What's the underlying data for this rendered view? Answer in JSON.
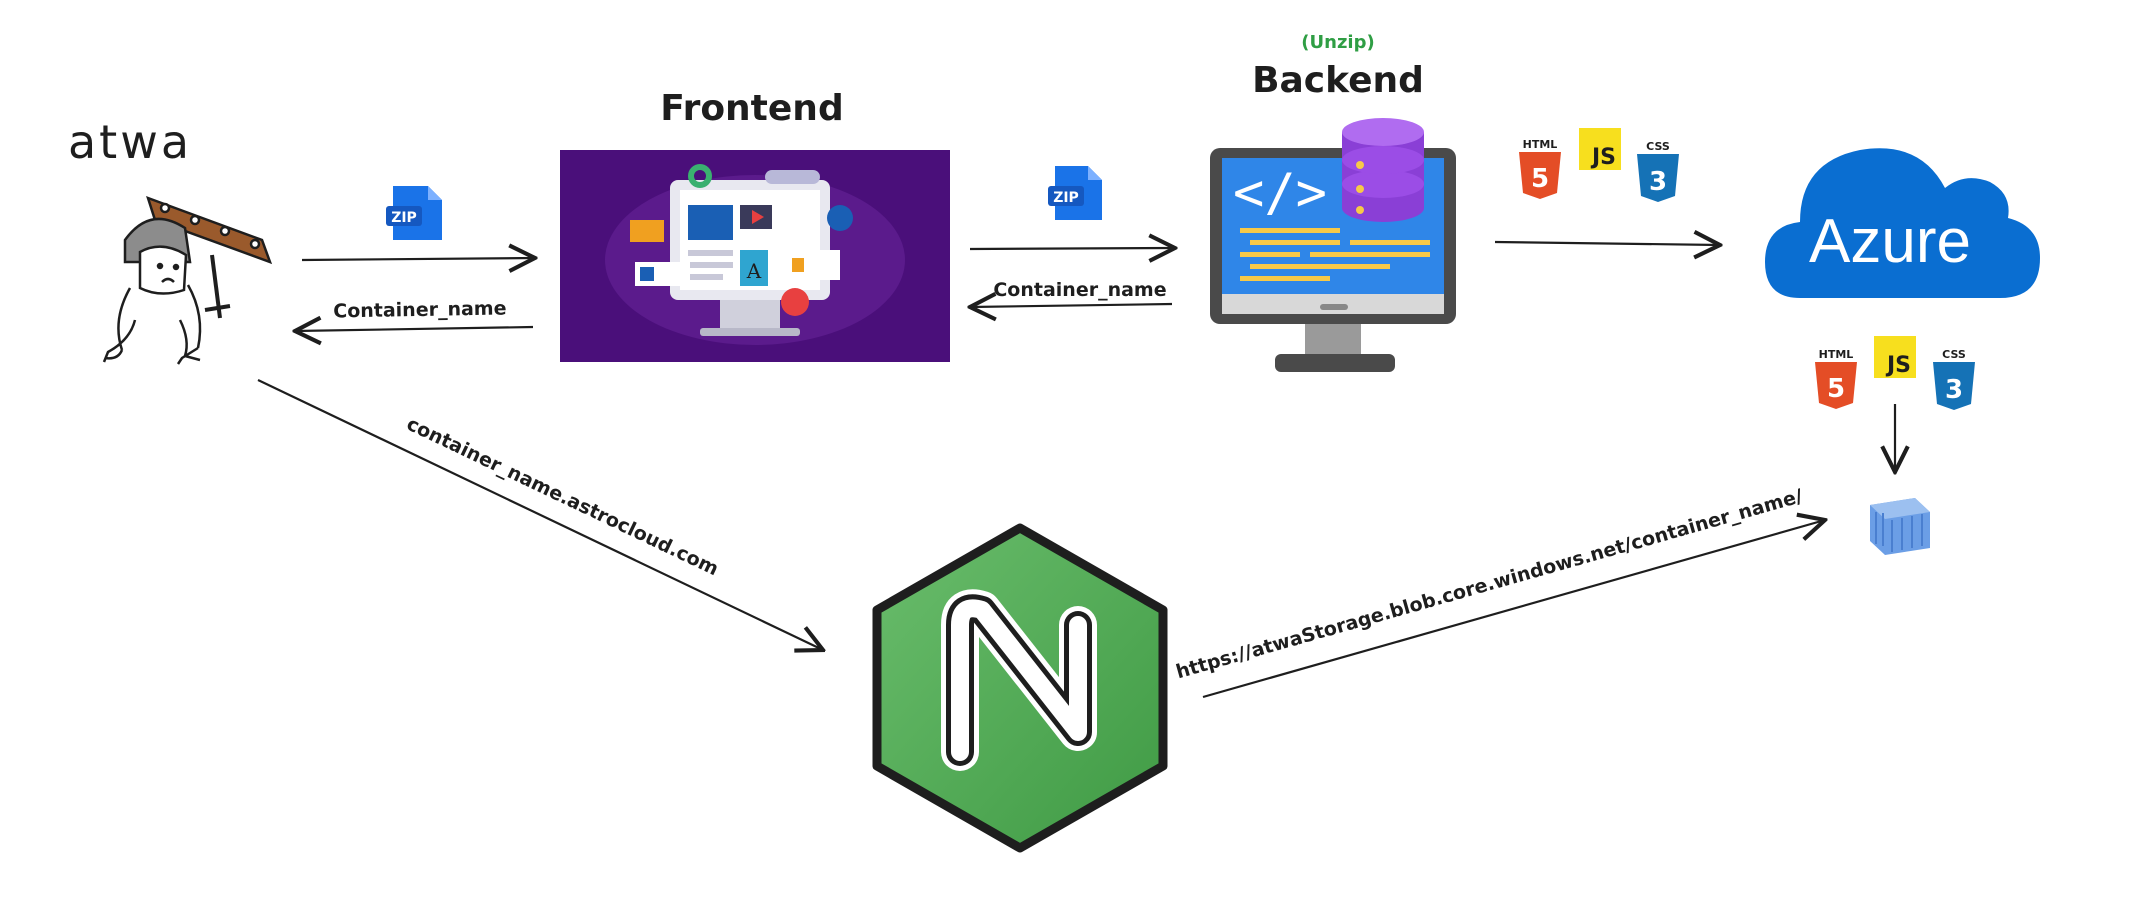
{
  "actor": {
    "name": "atwa"
  },
  "frontend": {
    "title": "Frontend"
  },
  "backend": {
    "title": "Backend",
    "note": "(Unzip)"
  },
  "cloud": {
    "label": "Azure"
  },
  "zip_badge": "ZIP",
  "stack_icons": {
    "html": "HTML",
    "js": "JS",
    "css": "CSS"
  },
  "edges": {
    "user_to_frontend": "",
    "frontend_to_user": "Container_name",
    "frontend_to_backend": "",
    "backend_to_frontend": "Container_name",
    "user_to_nginx": "container_name.astrocloud.com",
    "nginx_to_storage": "https://atwaStorage.blob.core.windows.net/container_name/"
  },
  "colors": {
    "frontend_bg": "#4a0f7a",
    "azure_blue": "#0a6ed1",
    "nginx_green": "#4aa84f",
    "html_orange": "#e44d26",
    "js_yellow": "#f7df1e",
    "css_blue": "#1572b6",
    "db_purple": "#9b4de6"
  }
}
